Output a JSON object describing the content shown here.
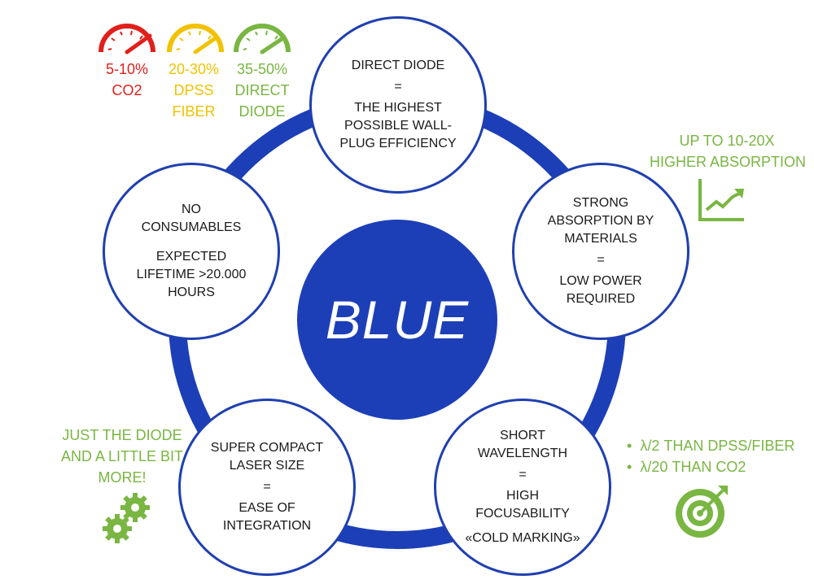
{
  "center_label": "BLUE",
  "nodes": {
    "top": [
      "DIRECT DIODE",
      "=",
      "THE HIGHEST",
      "POSSIBLE WALL-",
      "PLUG EFFICIENCY"
    ],
    "right": [
      "STRONG",
      "ABSORPTION BY",
      "MATERIALS",
      "=",
      "LOW POWER",
      "REQUIRED"
    ],
    "bottom_right": [
      "SHORT",
      "WAVELENGTH",
      "=",
      "HIGH",
      "FOCUSABILITY",
      "«COLD MARKING»"
    ],
    "bottom_left": [
      "SUPER COMPACT",
      "LASER SIZE",
      "=",
      "EASE OF",
      "INTEGRATION"
    ],
    "left": [
      "NO",
      "CONSUMABLES",
      "EXPECTED",
      "LIFETIME >20.000",
      "HOURS"
    ]
  },
  "gauges": [
    {
      "range": "5-10%",
      "label1": "CO2",
      "label2": "",
      "color": "#e0201b"
    },
    {
      "range": "20-30%",
      "label1": "DPSS",
      "label2": "FIBER",
      "color": "#f2c200"
    },
    {
      "range": "35-50%",
      "label1": "DIRECT",
      "label2": "DIODE",
      "color": "#79b642"
    }
  ],
  "absorption": {
    "line1": "UP TO 10-20X",
    "line2": "HIGHER ABSORPTION",
    "icon": "growth-chart-icon"
  },
  "diode_note": {
    "line1": "JUST THE DIODE",
    "line2": "AND A LITTLE BIT",
    "line3": "MORE!",
    "icon": "gears-icon"
  },
  "wavelength_notes": {
    "bullet1": "λ/2 THAN DPSS/FIBER",
    "bullet2": "λ/20 THAN CO2",
    "icon": "target-icon"
  },
  "colors": {
    "ring": "#1f3fb0",
    "center": "#1c3fb7",
    "green": "#79b642",
    "red": "#e0201b",
    "yellow": "#f2c200"
  }
}
